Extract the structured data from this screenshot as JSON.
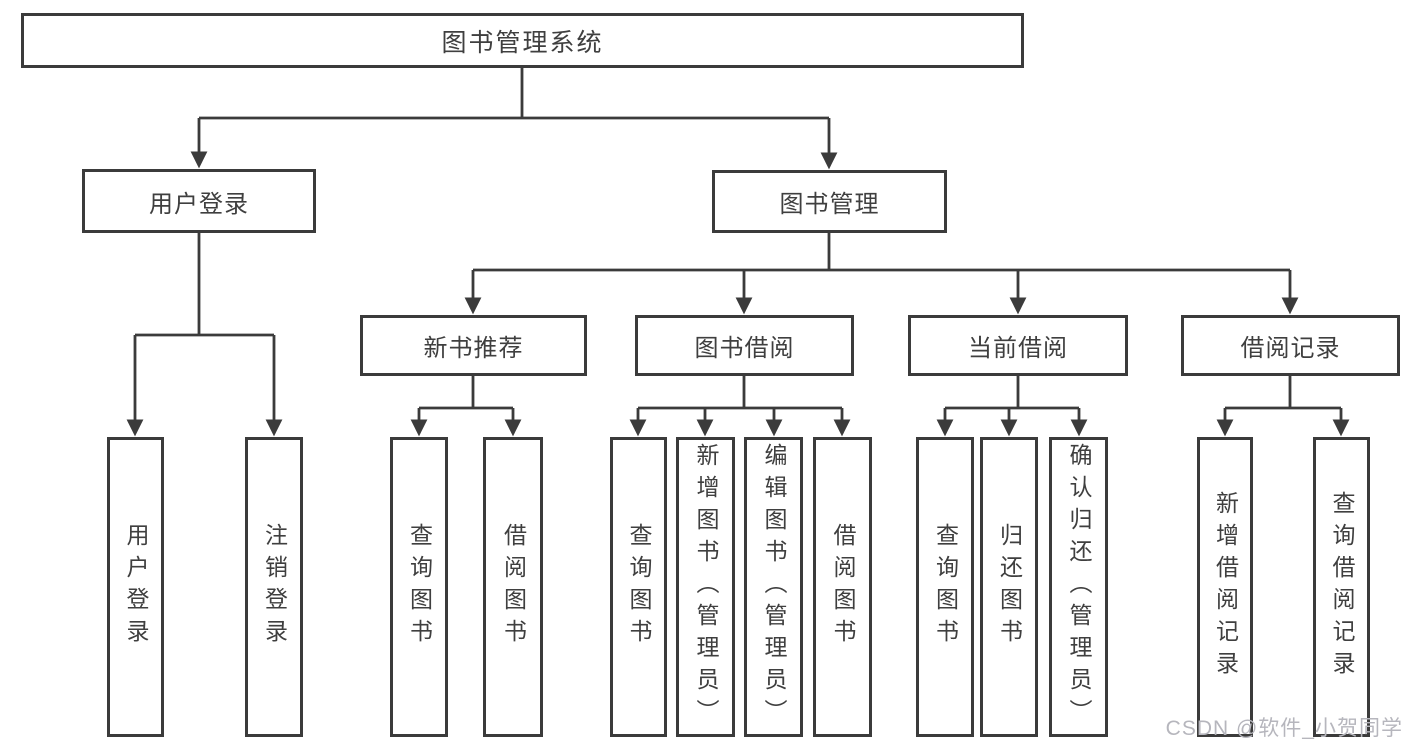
{
  "colors": {
    "line": "#3b3b3b",
    "border": "#3b3b3b",
    "text": "#3f3f3f",
    "box_background": "#ffffff",
    "watermark": "#b6b6bd"
  },
  "tree": {
    "root": "图书管理系统",
    "user_login": {
      "label": "用户登录",
      "children": [
        "用户登录",
        "注销登录"
      ]
    },
    "book_management": {
      "label": "图书管理",
      "modules": {
        "new_book_recommend": {
          "label": "新书推荐",
          "children": [
            "查询图书",
            "借阅图书"
          ]
        },
        "book_borrow": {
          "label": "图书借阅",
          "children": [
            "查询图书",
            "新增图书（管理员）",
            "编辑图书（管理员）",
            "借阅图书"
          ]
        },
        "current_borrow": {
          "label": "当前借阅",
          "children": [
            "查询图书",
            "归还图书",
            "确认归还（管理员）"
          ]
        },
        "borrow_records": {
          "label": "借阅记录",
          "children": [
            "新增借阅记录",
            "查询借阅记录"
          ]
        }
      }
    }
  },
  "watermark": "CSDN @软件_小贺同学"
}
